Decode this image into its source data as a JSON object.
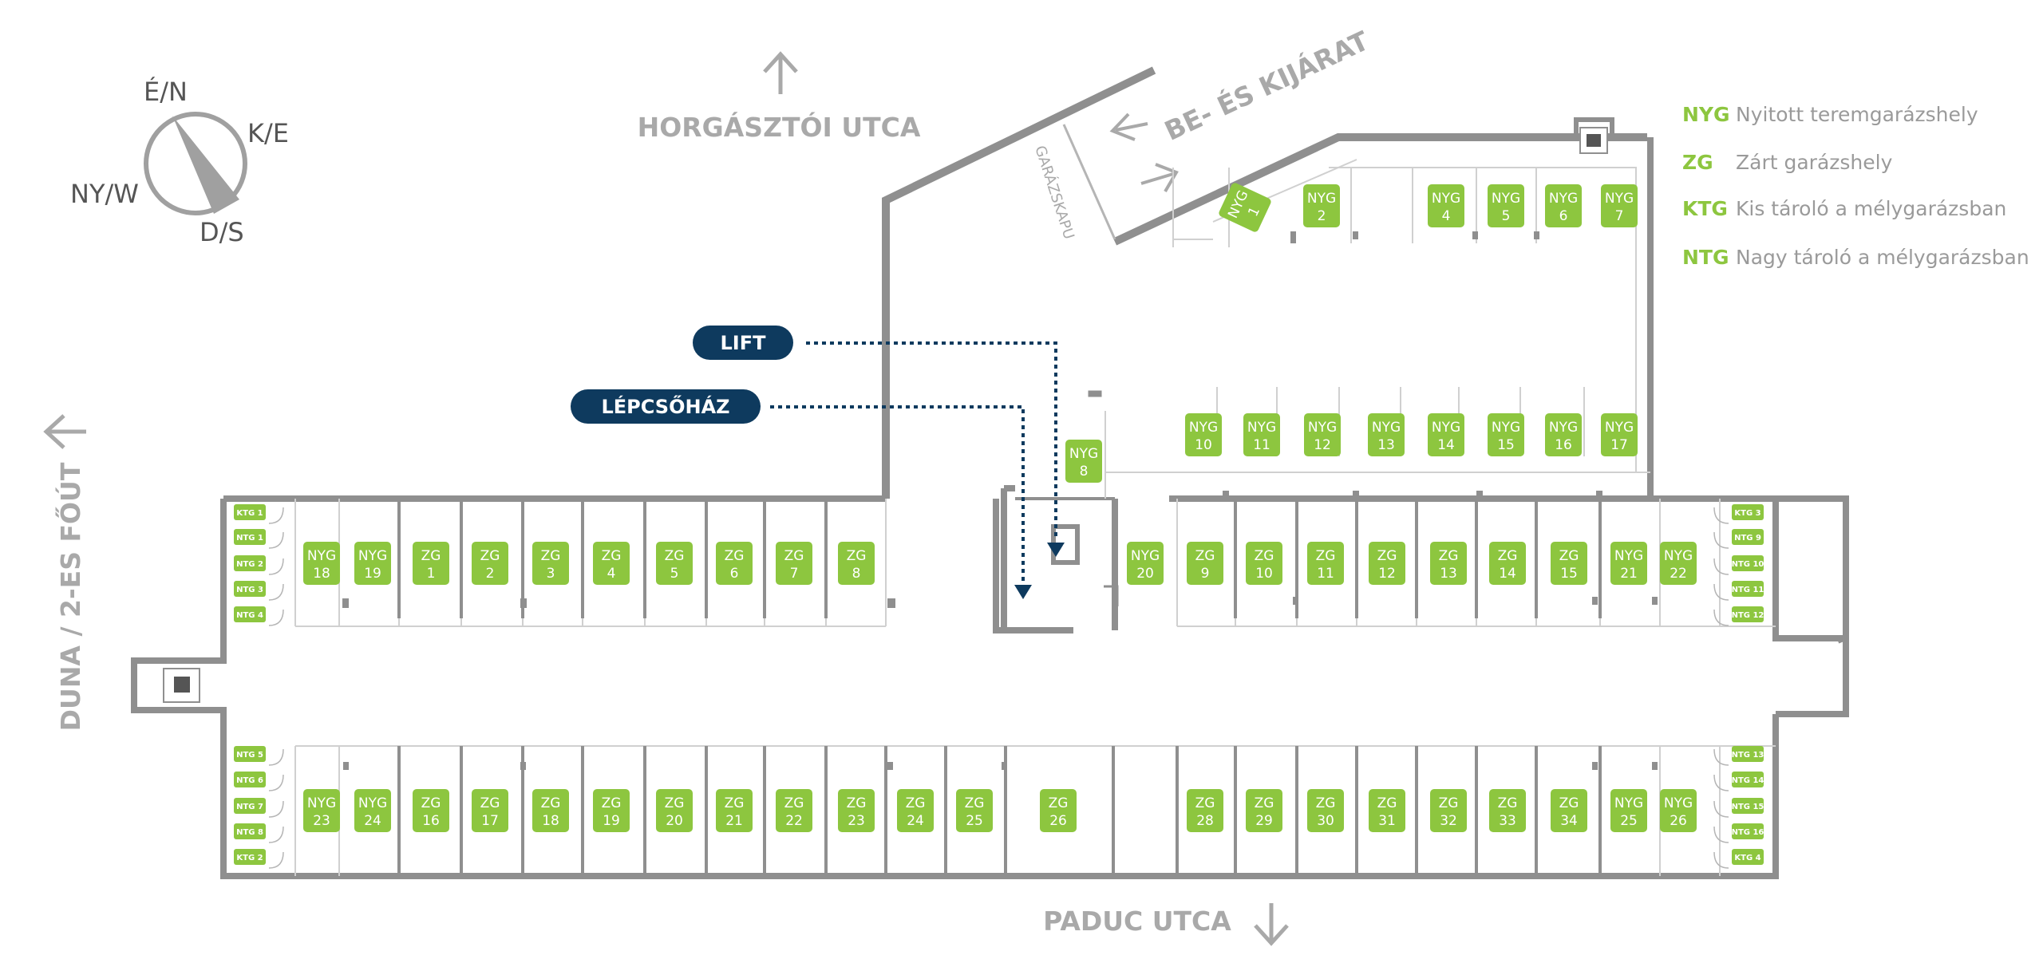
{
  "colors": {
    "green": "#8dc63f",
    "navy": "#0e3a5e",
    "wall": "#8f8f8f",
    "street_text": "#a9a9a9",
    "legend_text": "#9a9a9a",
    "compass": "#a0a0a0"
  },
  "compass": {
    "north": "É/N",
    "east": "K/E",
    "south": "D/S",
    "west": "NY/W"
  },
  "streets": {
    "north": "HORGÁSZTÓI UTCA",
    "south": "PADUC UTCA",
    "west": "DUNA / 2-ES FŐÚT",
    "entrance": "BE- ÉS KIJÁRAT",
    "gate": "GARÁZSKAPU"
  },
  "markers": {
    "lift": "LIFT",
    "stairs": "LÉPCSŐHÁZ"
  },
  "legend": [
    {
      "code": "NYG",
      "label": "Nyitott teremgarázshely"
    },
    {
      "code": "ZG",
      "label": "Zárt garázshely"
    },
    {
      "code": "KTG",
      "label": "Kis tároló a mélygarázsban"
    },
    {
      "code": "NTG",
      "label": "Nagy tároló a mélygarázsban"
    }
  ],
  "spots": [
    {
      "t": "NYG",
      "n": "1"
    },
    {
      "t": "NYG",
      "n": "2"
    },
    {
      "t": "NYG",
      "n": "4"
    },
    {
      "t": "NYG",
      "n": "5"
    },
    {
      "t": "NYG",
      "n": "6"
    },
    {
      "t": "NYG",
      "n": "7"
    },
    {
      "t": "NYG",
      "n": "8"
    },
    {
      "t": "NYG",
      "n": "10"
    },
    {
      "t": "NYG",
      "n": "11"
    },
    {
      "t": "NYG",
      "n": "12"
    },
    {
      "t": "NYG",
      "n": "13"
    },
    {
      "t": "NYG",
      "n": "14"
    },
    {
      "t": "NYG",
      "n": "15"
    },
    {
      "t": "NYG",
      "n": "16"
    },
    {
      "t": "NYG",
      "n": "17"
    },
    {
      "t": "NYG",
      "n": "18"
    },
    {
      "t": "NYG",
      "n": "19"
    },
    {
      "t": "ZG",
      "n": "1"
    },
    {
      "t": "ZG",
      "n": "2"
    },
    {
      "t": "ZG",
      "n": "3"
    },
    {
      "t": "ZG",
      "n": "4"
    },
    {
      "t": "ZG",
      "n": "5"
    },
    {
      "t": "ZG",
      "n": "6"
    },
    {
      "t": "ZG",
      "n": "7"
    },
    {
      "t": "ZG",
      "n": "8"
    },
    {
      "t": "NYG",
      "n": "20"
    },
    {
      "t": "ZG",
      "n": "9"
    },
    {
      "t": "ZG",
      "n": "10"
    },
    {
      "t": "ZG",
      "n": "11"
    },
    {
      "t": "ZG",
      "n": "12"
    },
    {
      "t": "ZG",
      "n": "13"
    },
    {
      "t": "ZG",
      "n": "14"
    },
    {
      "t": "ZG",
      "n": "15"
    },
    {
      "t": "NYG",
      "n": "21"
    },
    {
      "t": "NYG",
      "n": "22"
    },
    {
      "t": "NYG",
      "n": "23"
    },
    {
      "t": "NYG",
      "n": "24"
    },
    {
      "t": "ZG",
      "n": "16"
    },
    {
      "t": "ZG",
      "n": "17"
    },
    {
      "t": "ZG",
      "n": "18"
    },
    {
      "t": "ZG",
      "n": "19"
    },
    {
      "t": "ZG",
      "n": "20"
    },
    {
      "t": "ZG",
      "n": "21"
    },
    {
      "t": "ZG",
      "n": "22"
    },
    {
      "t": "ZG",
      "n": "23"
    },
    {
      "t": "ZG",
      "n": "24"
    },
    {
      "t": "ZG",
      "n": "25"
    },
    {
      "t": "ZG",
      "n": "26"
    },
    {
      "t": "ZG",
      "n": "28"
    },
    {
      "t": "ZG",
      "n": "29"
    },
    {
      "t": "ZG",
      "n": "30"
    },
    {
      "t": "ZG",
      "n": "31"
    },
    {
      "t": "ZG",
      "n": "32"
    },
    {
      "t": "ZG",
      "n": "33"
    },
    {
      "t": "ZG",
      "n": "34"
    },
    {
      "t": "NYG",
      "n": "25"
    },
    {
      "t": "NYG",
      "n": "26"
    }
  ],
  "storage_left": [
    "KTG 1",
    "NTG 1",
    "NTG 2",
    "NTG 3",
    "NTG 4",
    "NTG 5",
    "NTG 6",
    "NTG 7",
    "NTG 8",
    "KTG 2"
  ],
  "storage_right": [
    "KTG 3",
    "NTG 9",
    "NTG 10",
    "NTG 11",
    "NTG 12",
    "NTG 13",
    "NTG 14",
    "NTG 15",
    "NTG 16",
    "KTG 4"
  ]
}
